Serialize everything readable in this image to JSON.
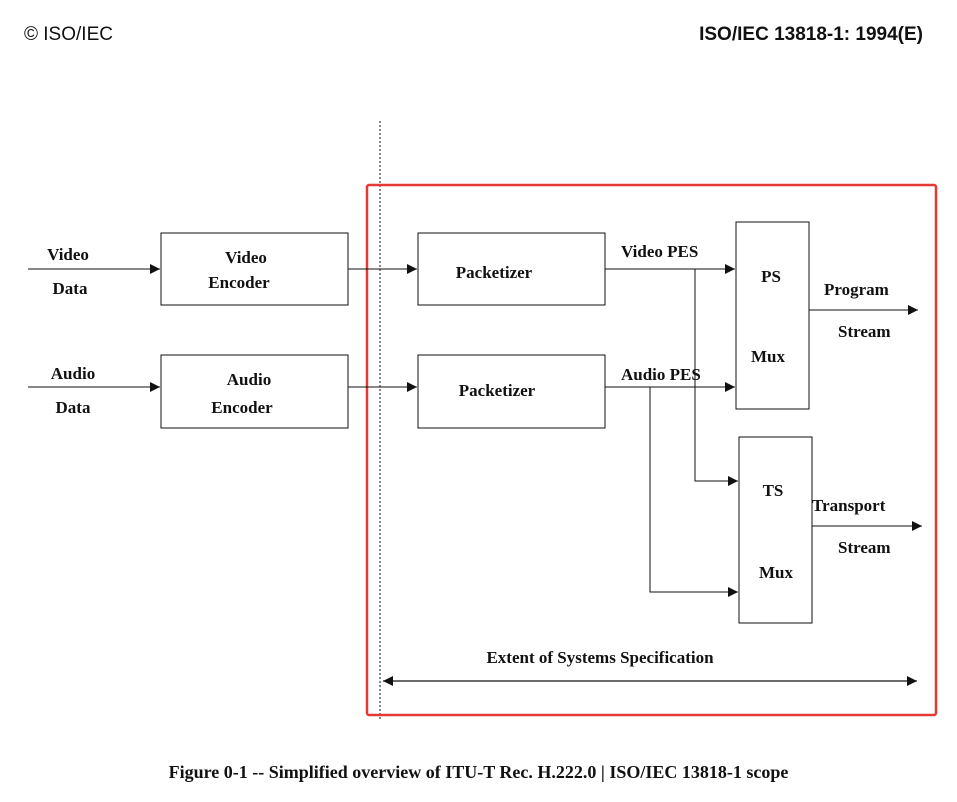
{
  "header": {
    "left": "© ISO/IEC",
    "right": "ISO/IEC 13818-1: 1994(E)"
  },
  "diagram": {
    "inputs": {
      "video": [
        "Video",
        "Data"
      ],
      "audio": [
        "Audio",
        "Data"
      ]
    },
    "video_encoder": [
      "Video",
      "Encoder"
    ],
    "audio_encoder": [
      "Audio",
      "Encoder"
    ],
    "packetizer_video": "Packetizer",
    "packetizer_audio": "Packetizer",
    "video_pes": "Video PES",
    "audio_pes": "Audio PES",
    "ps_mux": [
      "PS",
      "Mux"
    ],
    "ts_mux": [
      "TS",
      "Mux"
    ],
    "program_stream": [
      "Program",
      "Stream"
    ],
    "transport_stream": [
      "Transport",
      "Stream"
    ],
    "extent": "Extent of Systems Specification",
    "highlight_color": "#e53935"
  },
  "caption": "Figure 0-1 -- Simplified overview of ITU-T Rec. H.222.0 | ISO/IEC 13818-1 scope"
}
